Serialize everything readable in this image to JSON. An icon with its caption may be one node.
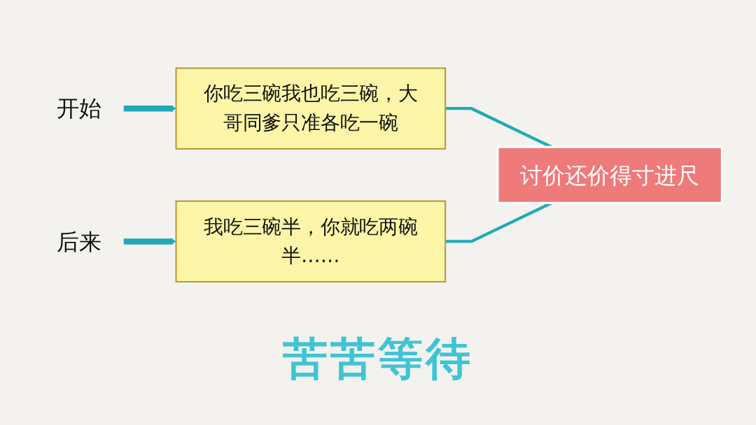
{
  "diagram": {
    "nodes": [
      {
        "text": [
          "开始"
        ]
      },
      {
        "text": [
          "你吃三碗我也吃三碗，大哥同爹只准各吃一碗"
        ]
      },
      {
        "text": [
          "后来"
        ]
      },
      {
        "text": [
          "我吃三碗半，你就吃两碗半……"
        ]
      },
      {
        "text": [
          "讨价还价得寸进尺"
        ]
      }
    ],
    "edges": [
      {
        "from": 0,
        "to": 1,
        "arrow": "to",
        "style": "thick"
      },
      {
        "from": 2,
        "to": 3,
        "arrow": "to",
        "style": "thick"
      },
      {
        "from": 1,
        "to": 4,
        "arrow": "none"
      },
      {
        "from": 3,
        "to": 4,
        "arrow": "none"
      }
    ],
    "labels": [
      "苦苦等待"
    ]
  }
}
